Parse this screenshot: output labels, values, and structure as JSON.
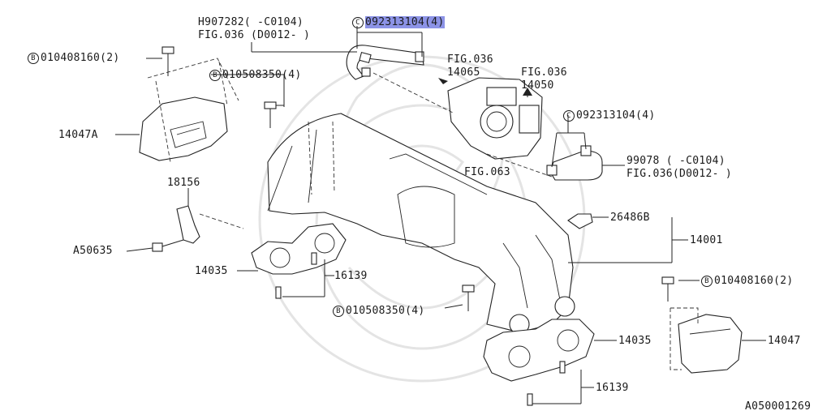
{
  "diagram_id": "A050001269",
  "callouts": {
    "c1_sym": "C",
    "c1_num": "092313104(4)",
    "h907": "H907282( -C0104)",
    "fig036_d0012": "FIG.036 (D0012- )",
    "b1_sym": "B",
    "b1_num": "010408160(2)",
    "b2_sym": "B",
    "b2_num": "010508350(4)",
    "fig036_a": "FIG.036",
    "p14065": "14065",
    "fig036_b": "FIG.036",
    "p14050": "14050",
    "c2_sym": "C",
    "c2_num": "092313104(4)",
    "p14047a": "14047A",
    "p99078": "99078 ( -C0104)",
    "fig036_c": "FIG.036(D0012- )",
    "fig063": "FIG.063",
    "p18156": "18156",
    "p26486b": "26486B",
    "p14001": "14001",
    "a50635": "A50635",
    "p14035a": "14035",
    "p16139a": "16139",
    "b3_sym": "B",
    "b3_num": "010408160(2)",
    "b4_sym": "B",
    "b4_num": "010508350(4)",
    "p14035b": "14035",
    "p14047": "14047",
    "p16139b": "16139"
  },
  "highlight_color": "#8c93e6"
}
